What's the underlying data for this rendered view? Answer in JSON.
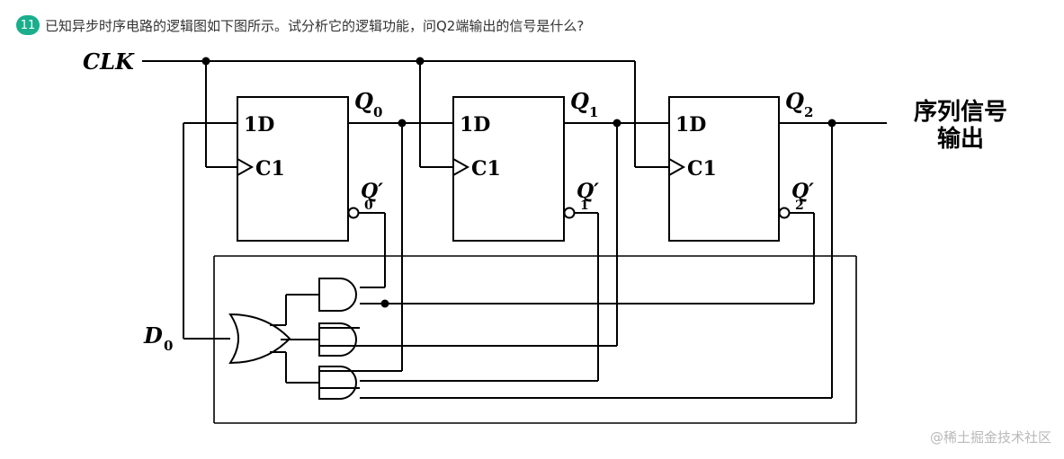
{
  "question": {
    "number": "11",
    "text": "已知异步时序电路的逻辑图如下图所示。试分析它的逻辑功能，问Q2端输出的信号是什么?"
  },
  "diagram": {
    "clk_label": "CLK",
    "d0_label": "D",
    "d0_sub": "0",
    "output_label_line1": "序列信号",
    "output_label_line2": "输出",
    "flipflops": [
      {
        "d_label": "1D",
        "c_label": "C1",
        "q_label": "Q",
        "q_sub": "0",
        "qn_label": "Q′",
        "qn_sub": "0"
      },
      {
        "d_label": "1D",
        "c_label": "C1",
        "q_label": "Q",
        "q_sub": "1",
        "qn_label": "Q′",
        "qn_sub": "1"
      },
      {
        "d_label": "1D",
        "c_label": "C1",
        "q_label": "Q",
        "q_sub": "2",
        "qn_label": "Q′",
        "qn_sub": "2"
      }
    ]
  },
  "watermark": "@稀土掘金技术社区",
  "colors": {
    "badge": "#1aae8c",
    "text": "#333333",
    "watermark": "#b9b9b9"
  }
}
